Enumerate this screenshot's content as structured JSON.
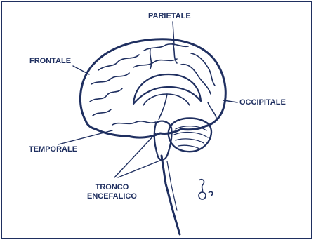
{
  "labels": {
    "parietale": "PARIETALE",
    "frontale": "FRONTALE",
    "occipitale": "OCCIPITALE",
    "temporale": "TEMPORALE",
    "tronco_line1": "TRONCO",
    "tronco_line2": "ENCEFALICO"
  },
  "colors": {
    "ink": "#1f2f60",
    "background": "#ffffff"
  }
}
